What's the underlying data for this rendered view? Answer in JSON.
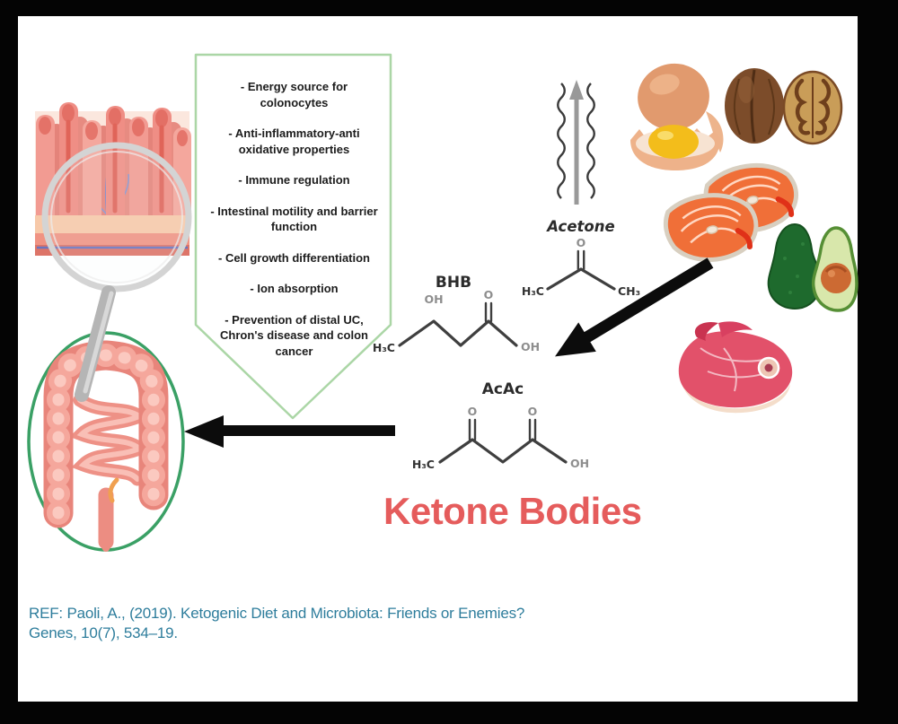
{
  "callout": {
    "items": [
      "- Energy source for\ncolonocytes",
      "- Anti-inflammatory-anti\noxidative properties",
      "- Immune regulation",
      "- Intestinal motility and barrier\nfunction",
      "- Cell growth differentiation",
      "- Ion absorption",
      "- Prevention of distal UC,\nChron's disease and colon\ncancer"
    ],
    "border_color": "#abd6a6"
  },
  "molecules": {
    "acetone": {
      "label": "Acetone",
      "o": "O",
      "left": "H₃C",
      "right": "CH₃"
    },
    "bhb": {
      "label": "BHB",
      "oh_top": "OH",
      "o": "O",
      "left": "H₃C",
      "right": "OH"
    },
    "acac": {
      "label": "AcAc",
      "o_left": "O",
      "o_right": "O",
      "left": "H₃C",
      "right": "OH"
    }
  },
  "title": {
    "text": "Ketone Bodies",
    "color": "#e55c5c"
  },
  "reference": {
    "line1": "REF: Paoli, A., (2019). Ketogenic Diet and Microbiota: Friends or Enemies?",
    "line2": "Genes, 10(7), 534–19.",
    "color": "#2e7d9c"
  },
  "icons": {
    "foods": [
      "cracked-egg",
      "walnut-whole",
      "walnut-half",
      "salmon-steaks",
      "avocado",
      "raw-meat"
    ],
    "illustrations": [
      "intestinal-villi-with-magnifier",
      "colon-in-green-oval"
    ],
    "arrows": [
      "acetone-exhale-up-arrow",
      "foods-to-ketones-arrow",
      "ketones-to-colon-arrow"
    ]
  },
  "colors": {
    "frame": "#040404",
    "callout_border": "#abd6a6",
    "oval_border": "#3aa065",
    "title_red": "#e55c5c",
    "ref_teal": "#2e7d9c",
    "arrow_black": "#0c0c0c"
  }
}
